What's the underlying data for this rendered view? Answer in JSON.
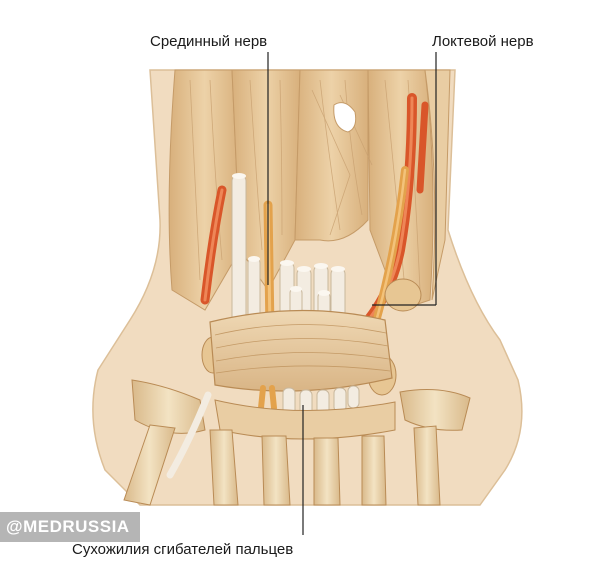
{
  "labels": {
    "median_nerve": "Срединный нерв",
    "ulnar_nerve": "Локтевой нерв",
    "flexor_tendons": "Сухожилия сгибателей пальцев"
  },
  "watermark": "@MEDRUSSIA",
  "colors": {
    "skin": "#f1dcc0",
    "muscle": "#e4c394",
    "muscle_dark": "#c59b68",
    "artery": "#d9562a",
    "artery_dark": "#a8381a",
    "nerve": "#e3a24c",
    "tendon": "#f3ece1",
    "bone": "#ebd5a8",
    "leader_line": "#222222"
  }
}
